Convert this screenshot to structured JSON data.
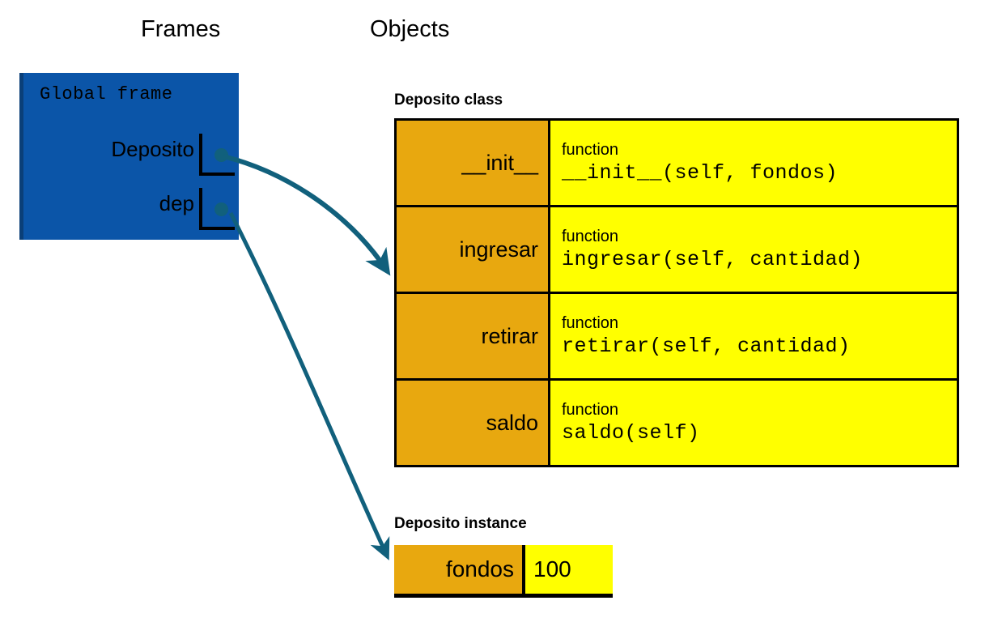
{
  "headings": {
    "frames": "Frames",
    "objects": "Objects"
  },
  "colors": {
    "frame_blue": "#0b55a8",
    "frame_border": "#0a3f78",
    "key_orange": "#e8a80f",
    "value_yellow": "#ffff00",
    "arrow_teal": "#11607c",
    "text_black": "#000000",
    "page_background": "#ffffff"
  },
  "frames": {
    "global_frame": {
      "title": "Global frame",
      "variables": [
        {
          "name": "Deposito",
          "pointer": "arrow-to-class"
        },
        {
          "name": "dep",
          "pointer": "arrow-to-instance"
        }
      ]
    }
  },
  "objects": {
    "deposito_class": {
      "label": "Deposito class",
      "rows": [
        {
          "key": "__init__",
          "kind": "function",
          "signature": "__init__(self, fondos)"
        },
        {
          "key": "ingresar",
          "kind": "function",
          "signature": "ingresar(self, cantidad)"
        },
        {
          "key": "retirar",
          "kind": "function",
          "signature": "retirar(self, cantidad)"
        },
        {
          "key": "saldo",
          "kind": "function",
          "signature": "saldo(self)"
        }
      ]
    },
    "deposito_instance": {
      "label": "Deposito instance",
      "rows": [
        {
          "key": "fondos",
          "value": "100"
        }
      ]
    }
  },
  "arrows": [
    {
      "name": "arrow-to-class",
      "from": "Deposito",
      "to": "Deposito class / ingresar row"
    },
    {
      "name": "arrow-to-instance",
      "from": "dep",
      "to": "Deposito instance / fondos row"
    }
  ]
}
